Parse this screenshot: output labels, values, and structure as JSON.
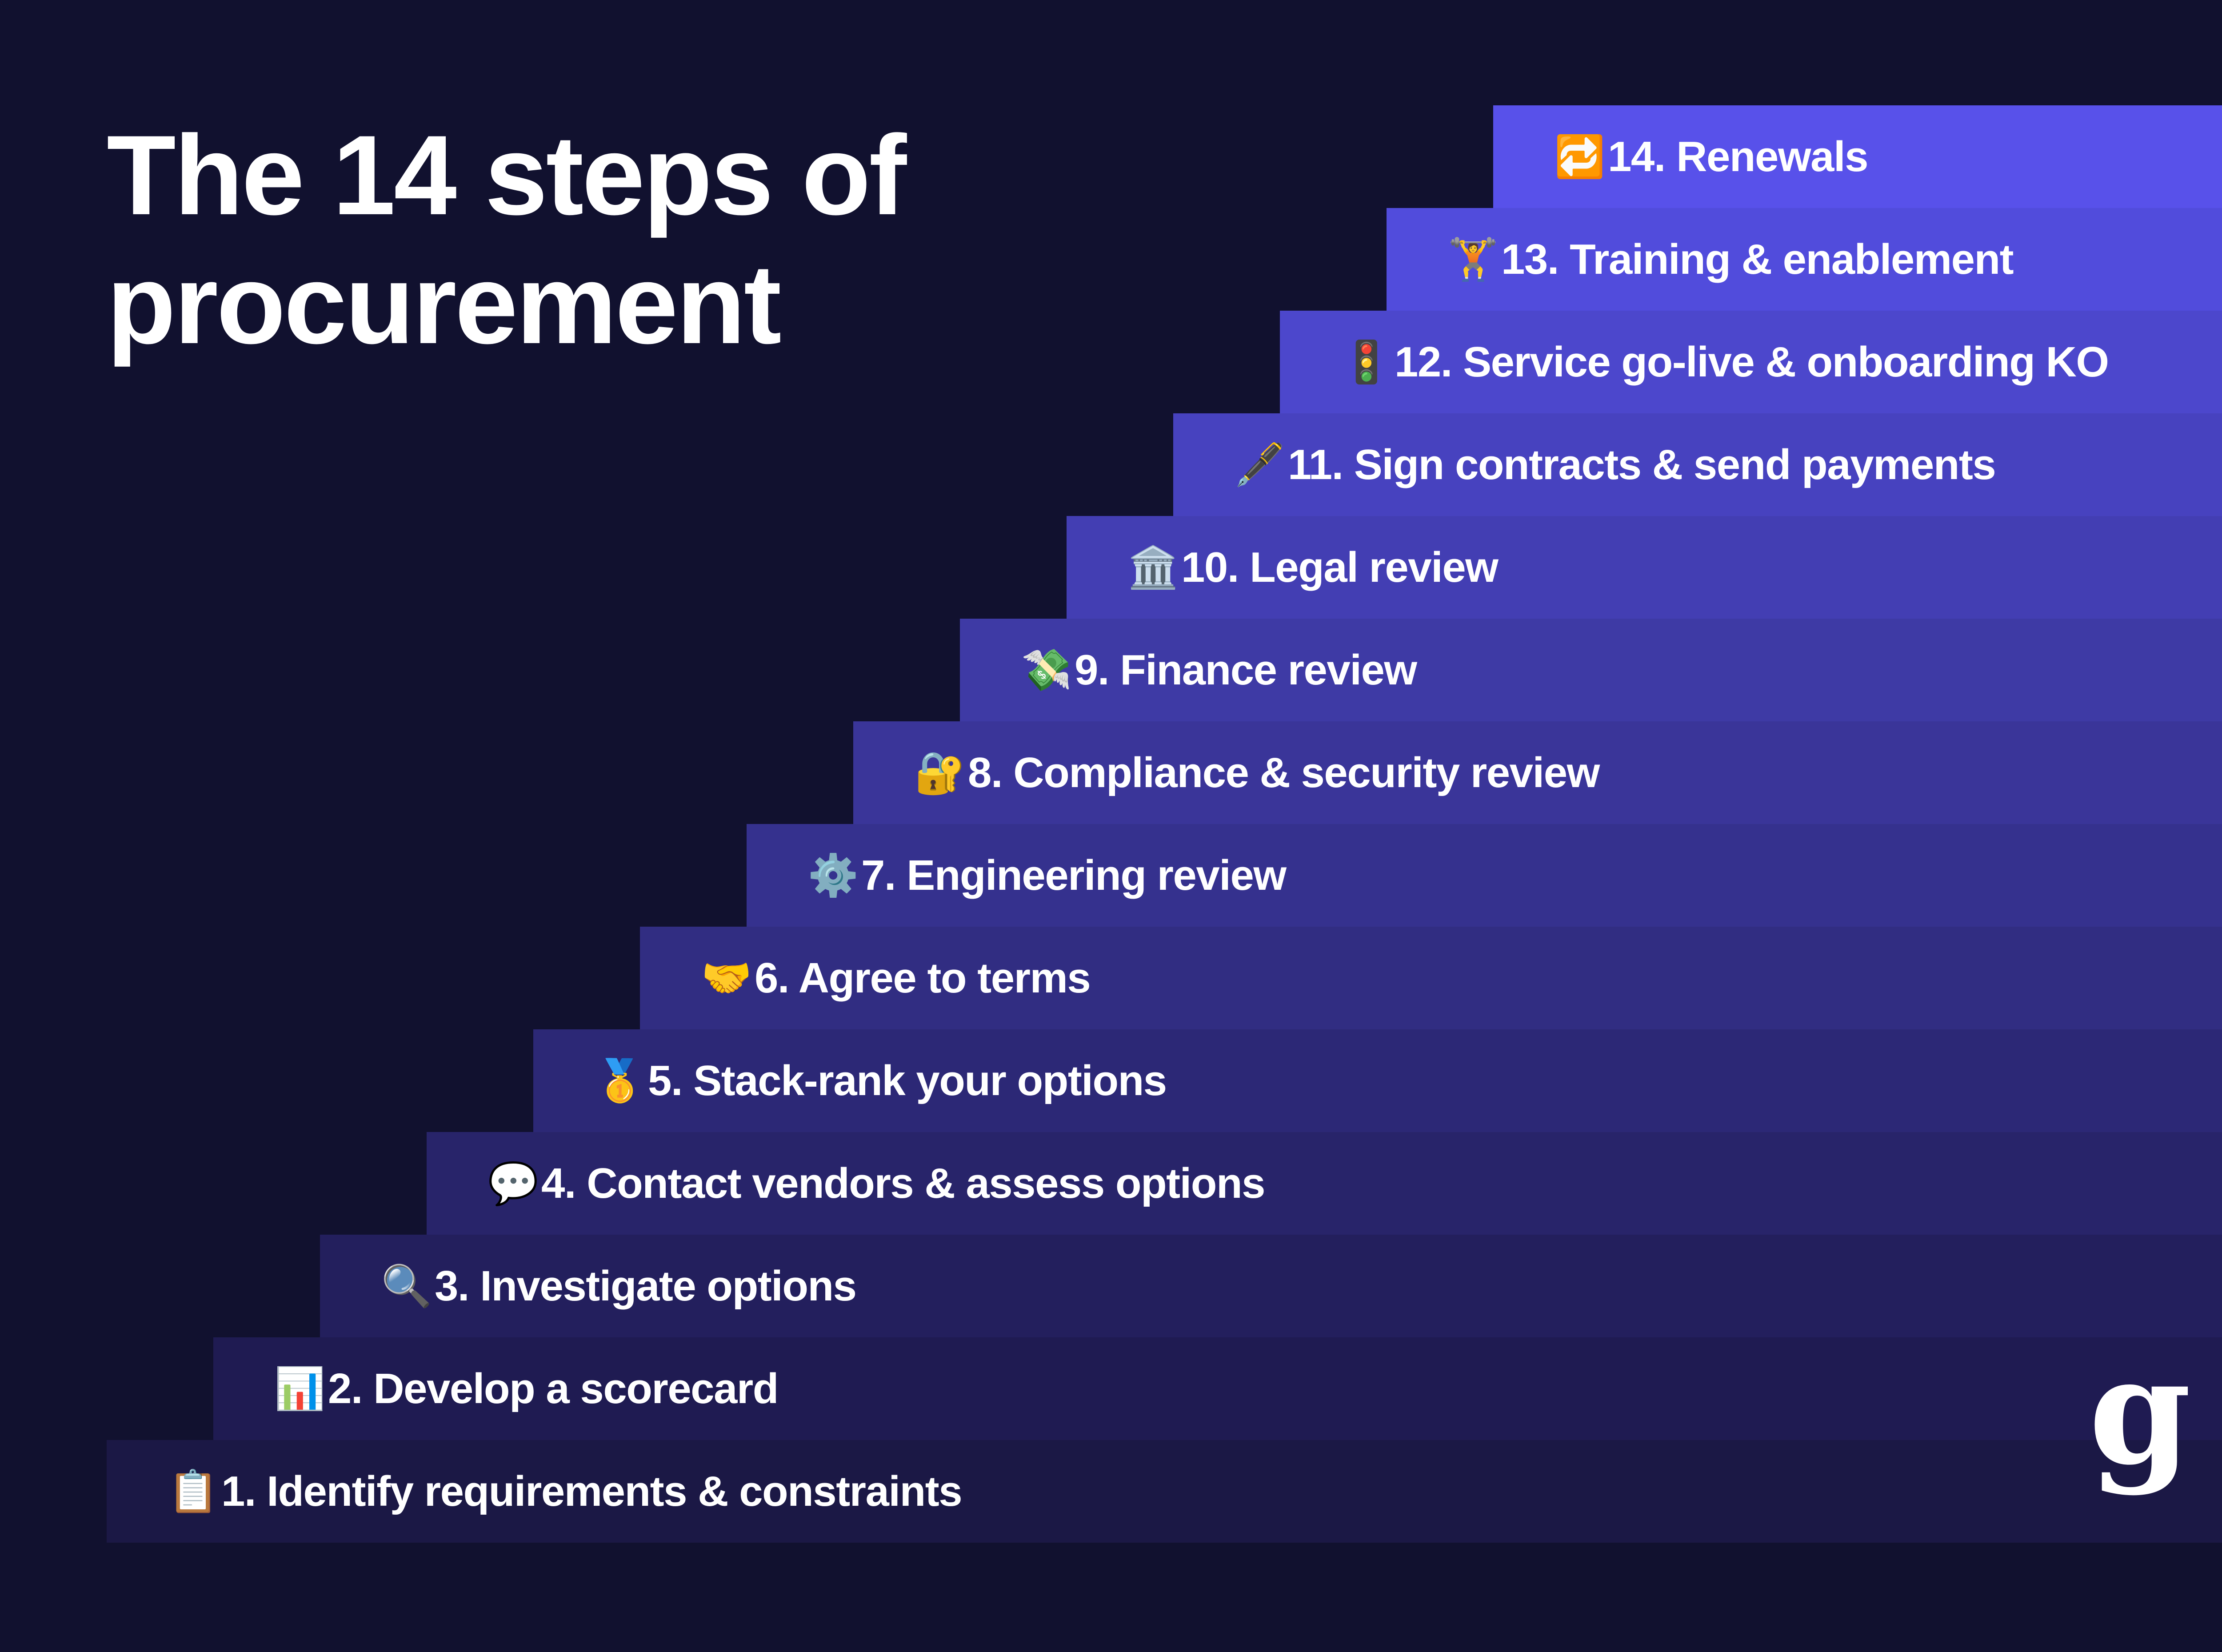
{
  "title": {
    "line1": "The 14 steps of",
    "line2": "procurement"
  },
  "steps": [
    {
      "number": 1,
      "icon": "clipboard-icon",
      "glyph": "📋",
      "label": "1. Identify requirements & constraints",
      "color": "#1b1845"
    },
    {
      "number": 2,
      "icon": "bar-chart-icon",
      "glyph": "📊",
      "label": "2. Develop a scorecard",
      "color": "#1f1b52"
    },
    {
      "number": 3,
      "icon": "magnifying-glass-icon",
      "glyph": "🔍",
      "label": "3. Investigate options",
      "color": "#231f5d"
    },
    {
      "number": 4,
      "icon": "speech-bubble-icon",
      "glyph": "💬",
      "label": "4. Contact vendors & assess options",
      "color": "#28246a"
    },
    {
      "number": 5,
      "icon": "medal-icon",
      "glyph": "🥇",
      "label": "5. Stack-rank your options",
      "color": "#2c2876"
    },
    {
      "number": 6,
      "icon": "handshake-icon",
      "glyph": "🤝",
      "label": "6. Agree to terms",
      "color": "#312d82"
    },
    {
      "number": 7,
      "icon": "gear-icon",
      "glyph": "⚙️",
      "label": "7. Engineering review",
      "color": "#35318e"
    },
    {
      "number": 8,
      "icon": "lock-with-key-icon",
      "glyph": "🔐",
      "label": "8. Compliance & security review",
      "color": "#3a3599"
    },
    {
      "number": 9,
      "icon": "money-with-wings-icon",
      "glyph": "💸",
      "label": "9. Finance review",
      "color": "#3e3aa5"
    },
    {
      "number": 10,
      "icon": "classical-building-icon",
      "glyph": "🏛️",
      "label": "10. Legal review",
      "color": "#433eb3"
    },
    {
      "number": 11,
      "icon": "pen-icon",
      "glyph": "🖋️",
      "label": "11. Sign contracts & send payments",
      "color": "#4742bf"
    },
    {
      "number": 12,
      "icon": "traffic-light-icon",
      "glyph": "🚦",
      "label": "12. Service go-live & onboarding KO",
      "color": "#4c47cc"
    },
    {
      "number": 13,
      "icon": "weightlifter-icon",
      "glyph": "🏋️",
      "label": "13. Training & enablement",
      "color": "#514cdc"
    },
    {
      "number": 14,
      "icon": "repeat-arrows-icon",
      "glyph": "🔁",
      "label": "14. Renewals",
      "color": "#5851ea"
    }
  ],
  "logo": {
    "text": "g",
    "icon": "brand-logo-g"
  },
  "colors": {
    "background": "#11112f",
    "text": "#ffffff"
  }
}
